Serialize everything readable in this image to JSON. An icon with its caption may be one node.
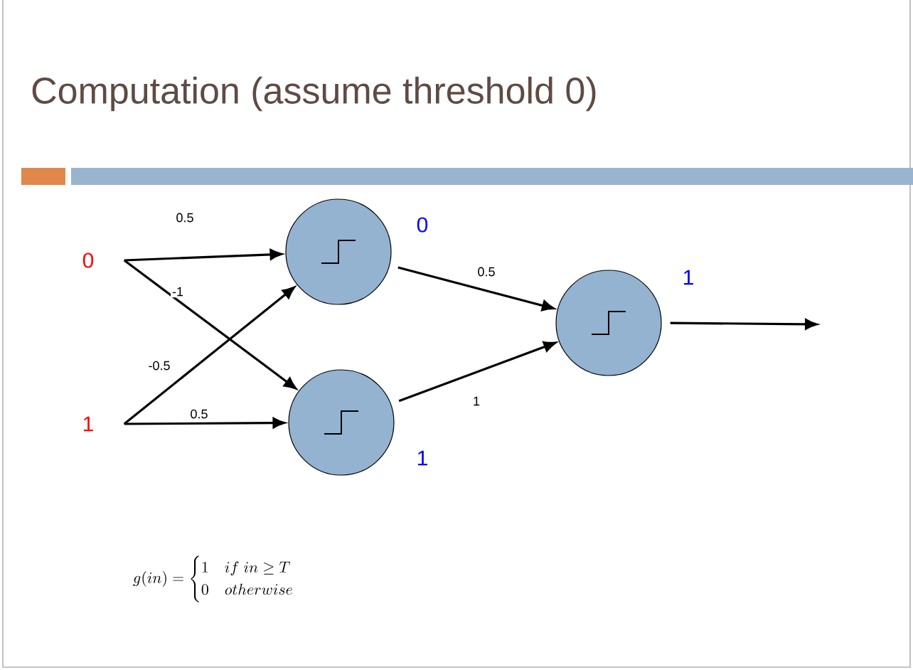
{
  "diagram": {
    "title": "Computation (assume threshold 0)",
    "nodes": [
      {
        "text": [
          "0"
        ]
      },
      {
        "text": [
          "1"
        ]
      },
      {
        "text": [],
        "shape": "circle",
        "beside": [
          "0"
        ]
      },
      {
        "text": [],
        "shape": "circle",
        "beside": [
          "1"
        ]
      },
      {
        "text": [],
        "shape": "circle",
        "beside": [
          "1"
        ]
      }
    ],
    "edges": [
      {
        "from": 0,
        "to": 2,
        "arrow": "to",
        "label": "0.5"
      },
      {
        "from": 0,
        "to": 3,
        "arrow": "to",
        "label": "-1"
      },
      {
        "from": 1,
        "to": 2,
        "arrow": "to",
        "label": "-0.5"
      },
      {
        "from": 1,
        "to": 3,
        "arrow": "to",
        "label": "0.5"
      },
      {
        "from": 2,
        "to": 4,
        "arrow": "to",
        "label": "0.5"
      },
      {
        "from": 3,
        "to": 4,
        "arrow": "to",
        "label": "1"
      },
      {
        "from": 4,
        "to": null,
        "arrow": "to"
      }
    ],
    "labels": [
      "g(in) = \\begin{cases}1 & if\\ in \\geq T\\\\ 0 & otherwise\\end{cases}"
    ]
  }
}
